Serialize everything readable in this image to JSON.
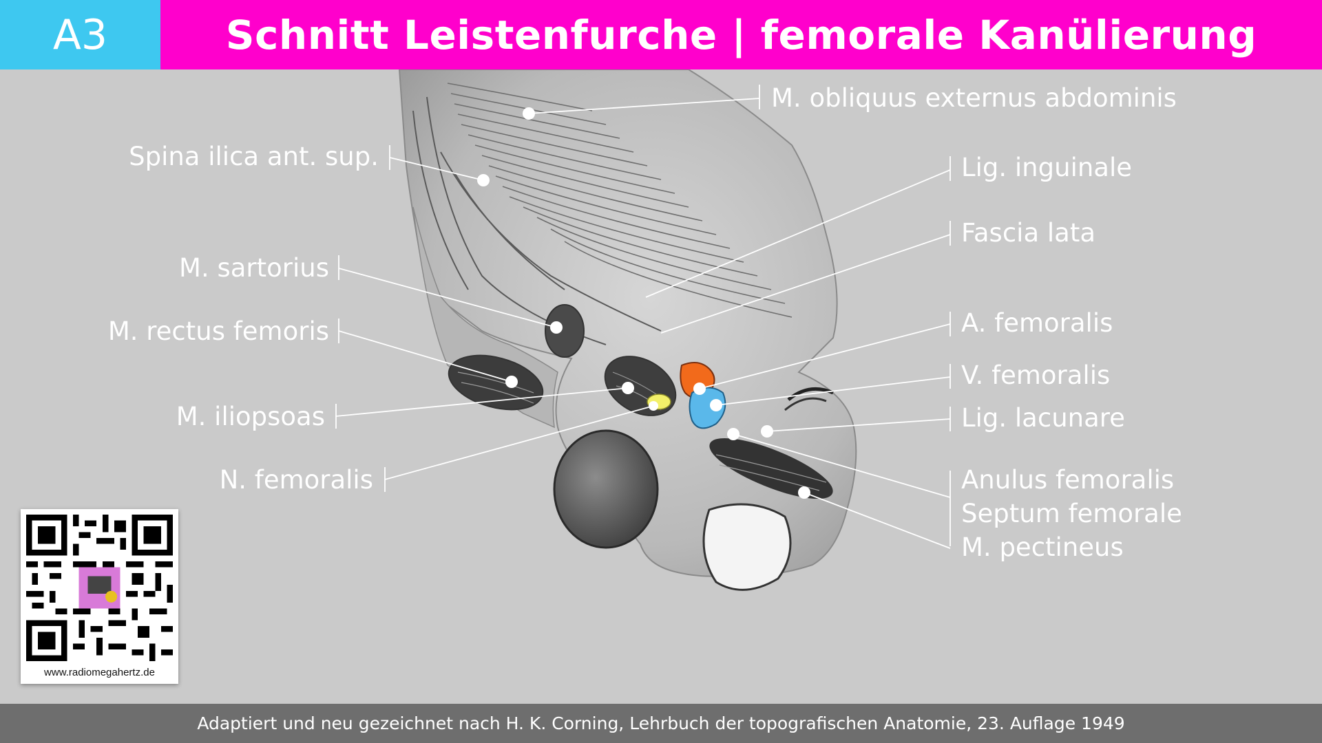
{
  "header": {
    "badge": "A3",
    "title": "Schnitt Leistenfurche | femorale Kanülierung"
  },
  "labels": {
    "obliquus": "M. obliquus externus abdominis",
    "spina": "Spina ilica ant. sup.",
    "inguinale": "Lig. inguinale",
    "fascia": "Fascia lata",
    "sartorius": "M. sartorius",
    "rectus": "M. rectus femoris",
    "arteria": "A. femoralis",
    "vena": "V. femoralis",
    "iliopsoas": "M. iliopsoas",
    "lacunare": "Lig. lacunare",
    "nervus": "N. femoralis",
    "anulus": "Anulus femoralis",
    "septum": "Septum femorale",
    "pectineus": "M. pectineus"
  },
  "qr": {
    "url": "www.radiomegahertz.de"
  },
  "footer": {
    "credit": "Adaptiert und neu gezeichnet nach H. K. Corning, Lehrbuch der topografischen Anatomie, 23. Auflage 1949"
  },
  "colors": {
    "badge": "#3ec8f0",
    "title_bar": "#ff00cc",
    "artery": "#f26a1b",
    "vein": "#5ab8ea",
    "nerve": "#f3f06a",
    "footer": "#6e6e6e"
  }
}
